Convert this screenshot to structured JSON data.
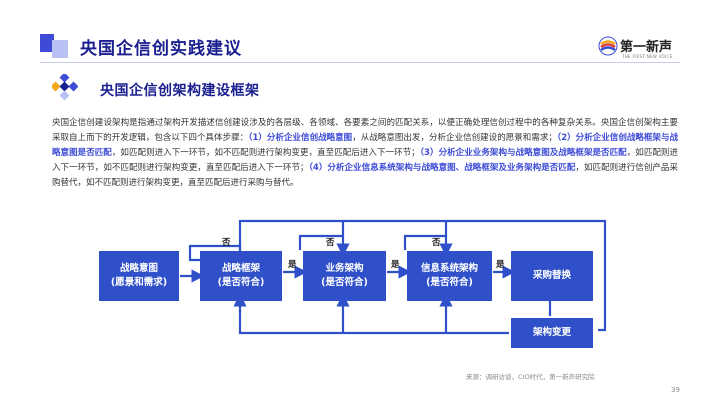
{
  "header": {
    "title": "央国企信创实践建议",
    "logo_text": "第一新声",
    "logo_sub": "THE FIRST NEW VOICE"
  },
  "section": {
    "subtitle": "央国企信创架构建设框架"
  },
  "paragraph": {
    "t1": "央国企信创建设架构是指通过架构开发描述信创建设涉及的各层级、各领域、各要素之间的匹配关系，以便正确处理信创过程中的各种复杂关系。央国企信创架构主要采取自上而下的开发逻辑，包含以下四个具体步骤：",
    "h1": "（1）分析企业信创战略意图",
    "t2": "，从战略意图出发，分析企业信创建设的愿景和需求；",
    "h2": "（2）分析企业信创战略框架与战略意图是否匹配",
    "t3": "，如匹配则进入下一环节，如不匹配则进行架构变更，直至匹配后进入下一环节；",
    "h3": "（3）分析企业业务架构与战略意图及战略框架是否匹配",
    "t4": "，如匹配则进入下一环节，如不匹配则进行架构变更，直至匹配后进入下一环节；",
    "h4": "（4）分析企业信息系统架构与战略意图、战略框架及业务架构是否匹配",
    "t5": "，如匹配则进行信创产品采购替代，如不匹配则进行架构变更，直至匹配后进行采购与替代。"
  },
  "diagram": {
    "box1": [
      "战略意图",
      "(愿景和需求)"
    ],
    "box2": [
      "战略框架",
      "(是否符合)"
    ],
    "box3": [
      "业务架构",
      "(是否符合)"
    ],
    "box4": [
      "信息系统架构",
      "(是否符合)"
    ],
    "box5": [
      "采购替换"
    ],
    "box6": [
      "架构变更"
    ],
    "yes": "是",
    "no": "否"
  },
  "colors": {
    "box": "#2f50c9",
    "title": "#1a1f8f",
    "accent": "#3d4bd6"
  },
  "footer": {
    "source": "来源：调研访谈，CIO时代，第一新声研究院",
    "page": "39"
  }
}
